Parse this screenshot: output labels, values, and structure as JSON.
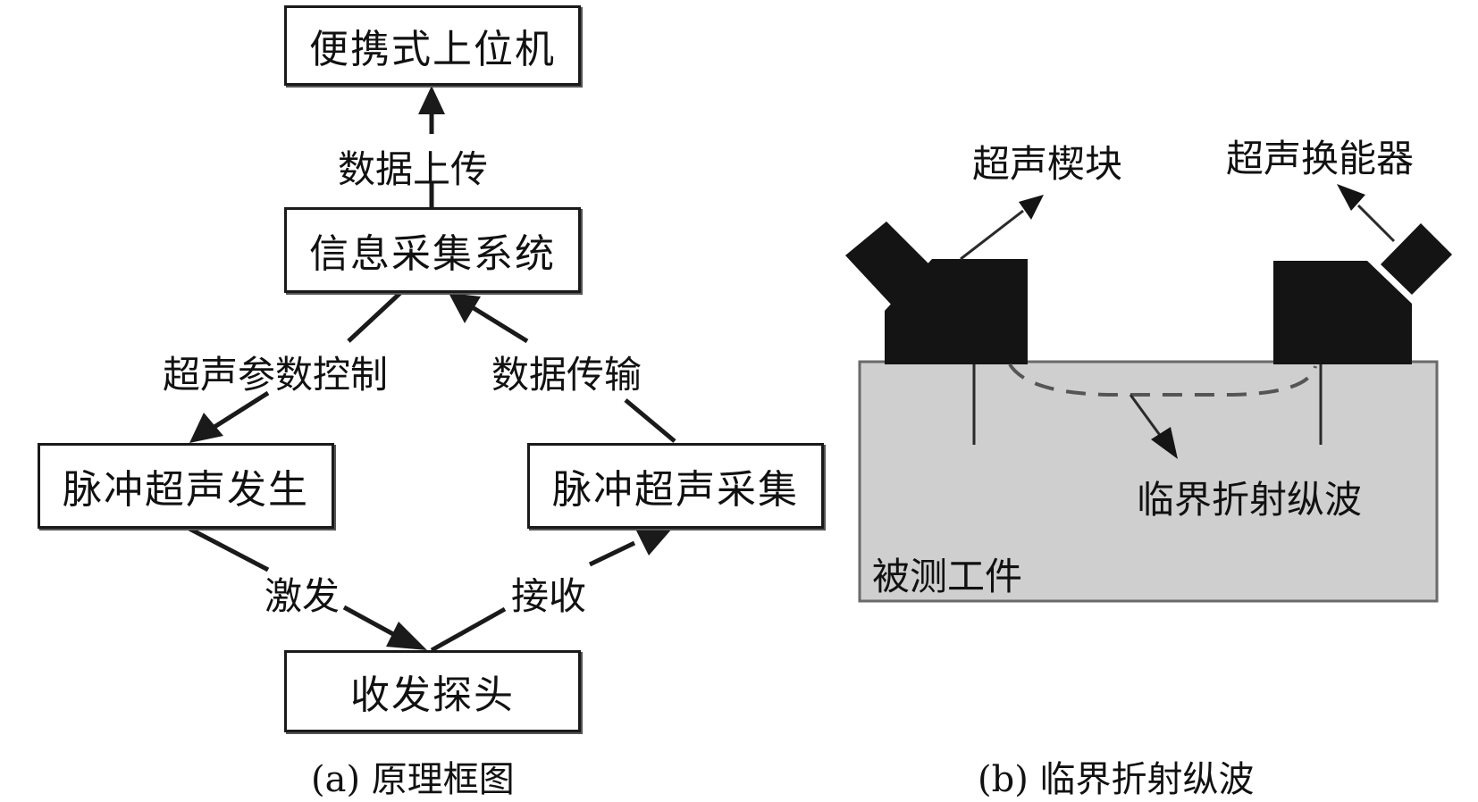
{
  "left_diagram": {
    "boxes": {
      "host": "便携式上位机",
      "acquisition_system": "信息采集系统",
      "pulse_generate": "脉冲超声发生",
      "pulse_collect": "脉冲超声采集",
      "probe": "收发探头"
    },
    "edges": {
      "upload": "数据上传",
      "param_control": "超声参数控制",
      "data_transfer": "数据传输",
      "excite": "激发",
      "receive": "接收"
    },
    "caption": "(a) 原理框图"
  },
  "right_diagram": {
    "labels": {
      "wedge": "超声楔块",
      "transducer": "超声换能器",
      "wave": "临界折射纵波",
      "workpiece": "被测工件"
    },
    "caption": "(b) 临界折射纵波"
  },
  "colors": {
    "line": "#1a1a1a",
    "workpiece_fill": "#cfcfcf",
    "block_fill": "#141414"
  }
}
